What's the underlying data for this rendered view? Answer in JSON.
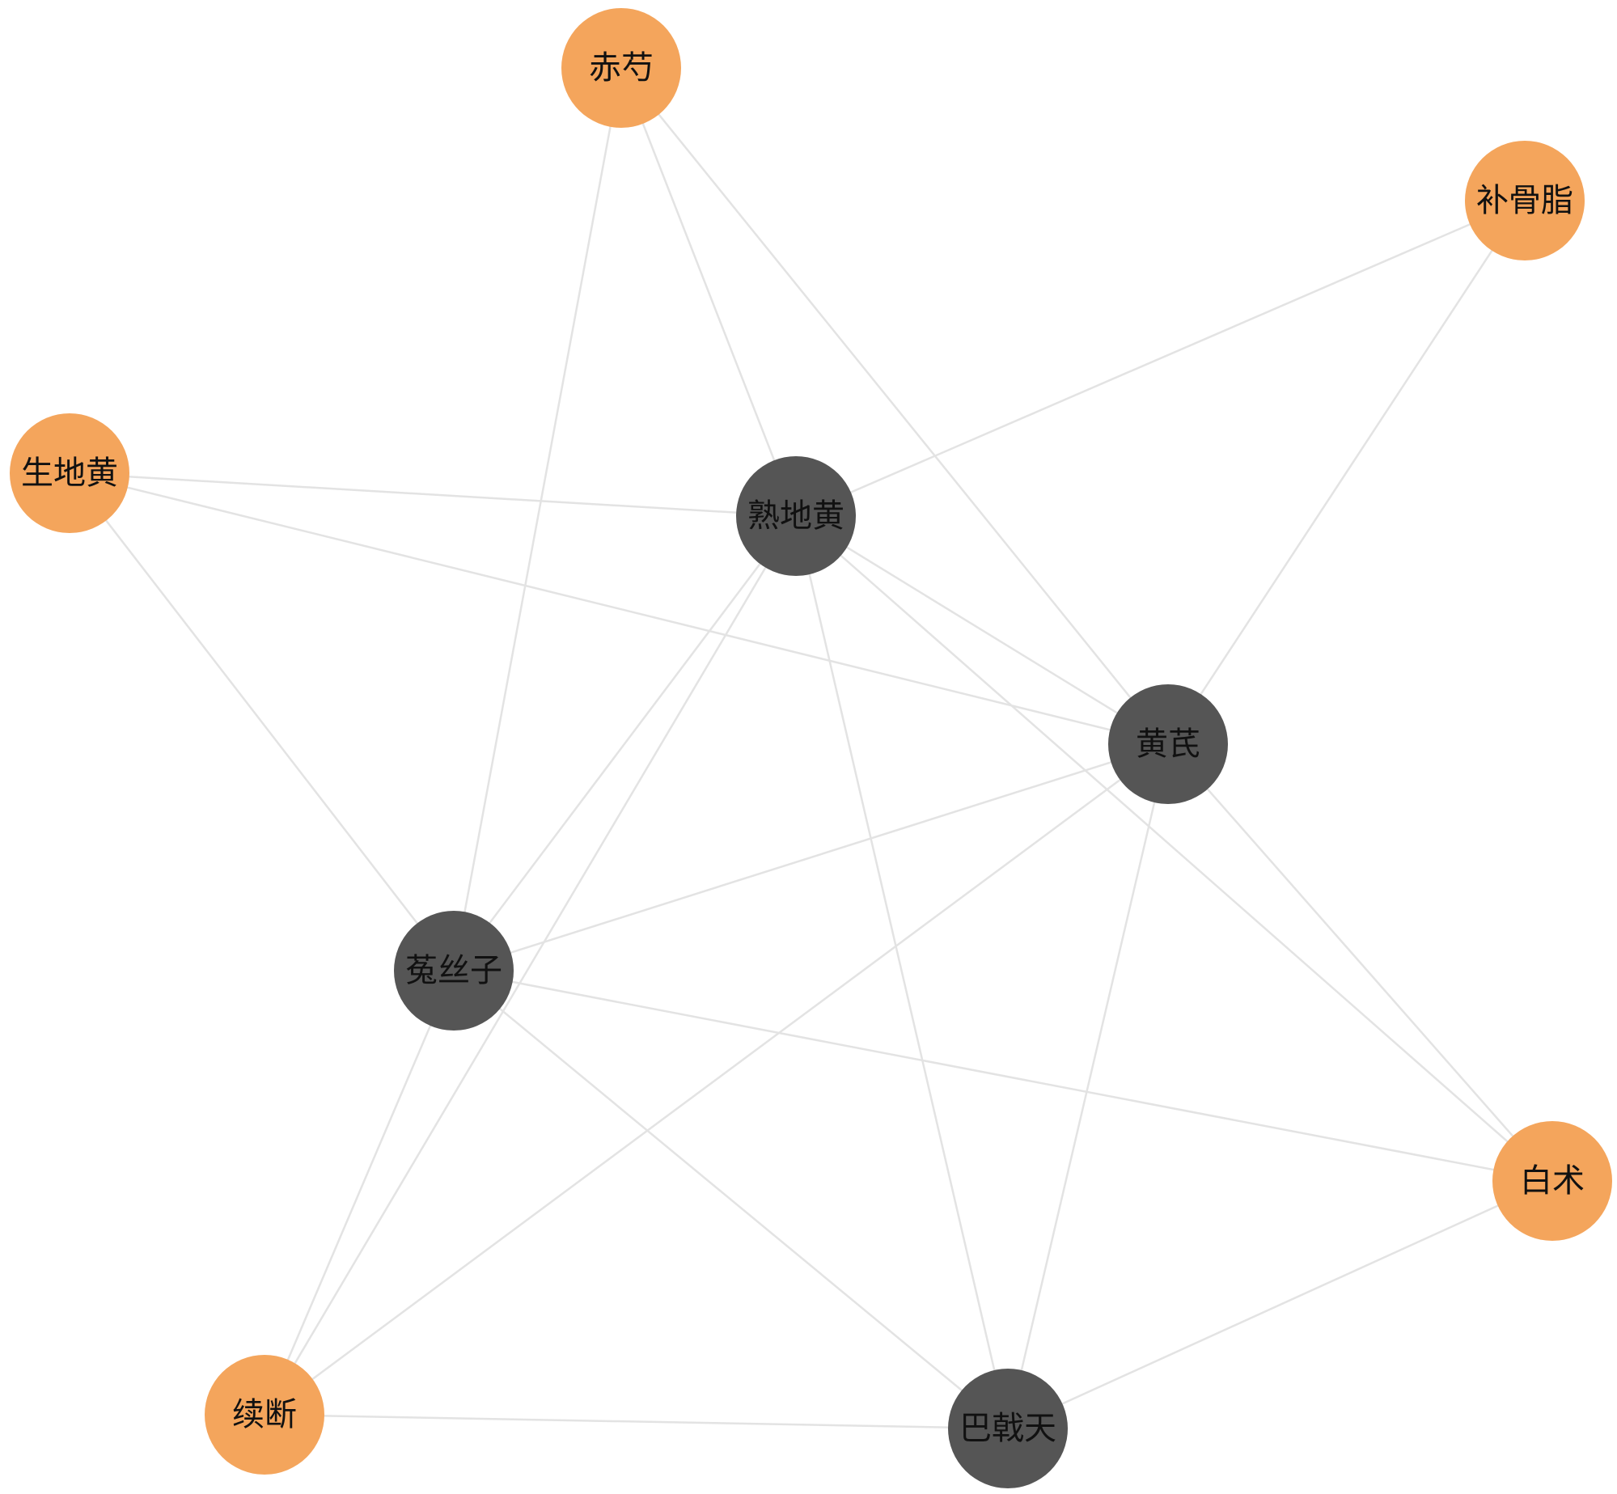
{
  "colors": {
    "core_node": "#555555",
    "peripheral_node": "#f4a55c",
    "edge": "#e3e3e3",
    "label": "#111111"
  },
  "nodes": [
    {
      "id": "chishao",
      "label": "赤芍",
      "group": "peripheral"
    },
    {
      "id": "buguzhi",
      "label": "补骨脂",
      "group": "peripheral"
    },
    {
      "id": "shengdihuang",
      "label": "生地黄",
      "group": "peripheral"
    },
    {
      "id": "shudihuang",
      "label": "熟地黄",
      "group": "core"
    },
    {
      "id": "huangqi",
      "label": "黄芪",
      "group": "core"
    },
    {
      "id": "tusizi",
      "label": "菟丝子",
      "group": "core"
    },
    {
      "id": "baizhu",
      "label": "白术",
      "group": "peripheral"
    },
    {
      "id": "xuduan",
      "label": "续断",
      "group": "peripheral"
    },
    {
      "id": "bajitian",
      "label": "巴戟天",
      "group": "core"
    }
  ],
  "edges": [
    {
      "source": "chishao",
      "target": "tusizi"
    },
    {
      "source": "chishao",
      "target": "shudihuang"
    },
    {
      "source": "chishao",
      "target": "huangqi"
    },
    {
      "source": "buguzhi",
      "target": "shudihuang"
    },
    {
      "source": "buguzhi",
      "target": "huangqi"
    },
    {
      "source": "shengdihuang",
      "target": "shudihuang"
    },
    {
      "source": "shengdihuang",
      "target": "huangqi"
    },
    {
      "source": "shengdihuang",
      "target": "tusizi"
    },
    {
      "source": "shudihuang",
      "target": "huangqi"
    },
    {
      "source": "shudihuang",
      "target": "tusizi"
    },
    {
      "source": "shudihuang",
      "target": "xuduan"
    },
    {
      "source": "shudihuang",
      "target": "bajitian"
    },
    {
      "source": "shudihuang",
      "target": "baizhu"
    },
    {
      "source": "huangqi",
      "target": "tusizi"
    },
    {
      "source": "huangqi",
      "target": "xuduan"
    },
    {
      "source": "huangqi",
      "target": "bajitian"
    },
    {
      "source": "huangqi",
      "target": "baizhu"
    },
    {
      "source": "tusizi",
      "target": "xuduan"
    },
    {
      "source": "tusizi",
      "target": "bajitian"
    },
    {
      "source": "tusizi",
      "target": "baizhu"
    },
    {
      "source": "xuduan",
      "target": "bajitian"
    },
    {
      "source": "bajitian",
      "target": "baizhu"
    }
  ]
}
